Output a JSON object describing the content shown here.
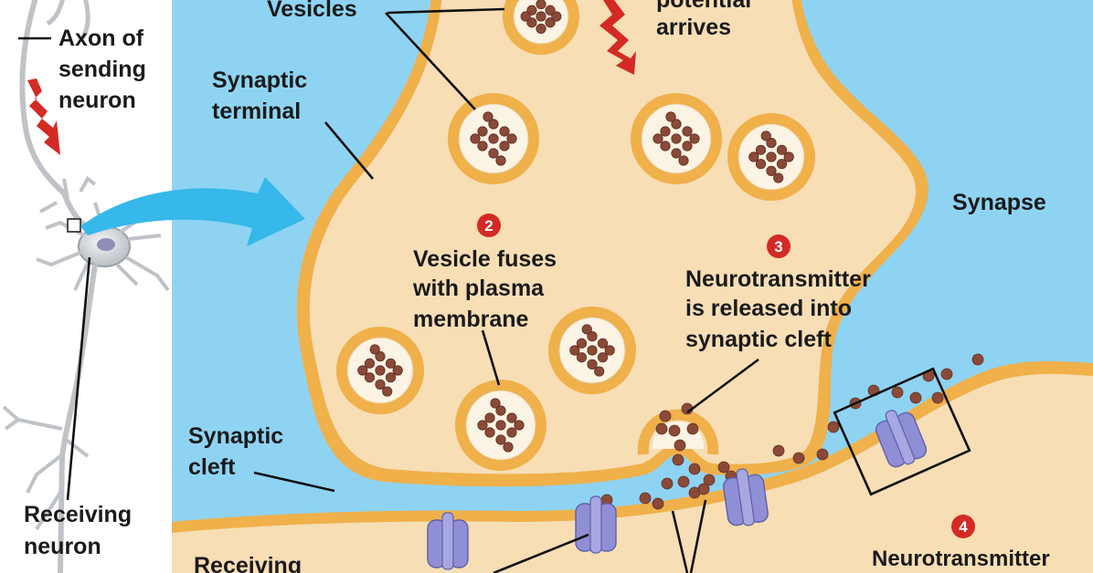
{
  "colors": {
    "cleft_blue": "#8fd3f2",
    "terminal_fill": "#f7deb5",
    "membrane_orange": "#f0b04a",
    "vesicle_inner": "#fbf3e4",
    "nt_brown": "#8a4a37",
    "receptor_purple": "#8f8fd6",
    "arrow_red": "#d42a24",
    "arrow_blue": "#36b8ea",
    "step_red": "#d42a24",
    "neuron_gray": "#bfc3c8"
  },
  "labels": {
    "axon_line1": "Axon of",
    "axon_line2": "sending",
    "axon_line3": "neuron",
    "receiving_line1": "Receiving",
    "receiving_line2": "neuron",
    "vesicles": "Vesicles",
    "potential_line1": "potential",
    "potential_line2": "arrives",
    "synaptic_terminal_line1": "Synaptic",
    "synaptic_terminal_line2": "terminal",
    "synapse": "Synapse",
    "synaptic_cleft_line1": "Synaptic",
    "synaptic_cleft_line2": "cleft",
    "receiving_bottom": "Receiving"
  },
  "steps": [
    {
      "number": "2",
      "lines": [
        "Vesicle fuses",
        "with plasma",
        "membrane"
      ]
    },
    {
      "number": "3",
      "lines": [
        "Neurotransmitter",
        "is released into",
        "synaptic cleft"
      ]
    },
    {
      "number": "4",
      "lines": [
        "Neurotransmitter"
      ]
    }
  ],
  "icons": {
    "action_potential_arrow": "red-zigzag-arrow-icon",
    "magnify_arrow": "blue-curved-arrow-icon",
    "neuron": "neuron-cell-icon",
    "receptor": "receptor-channel-icon"
  }
}
